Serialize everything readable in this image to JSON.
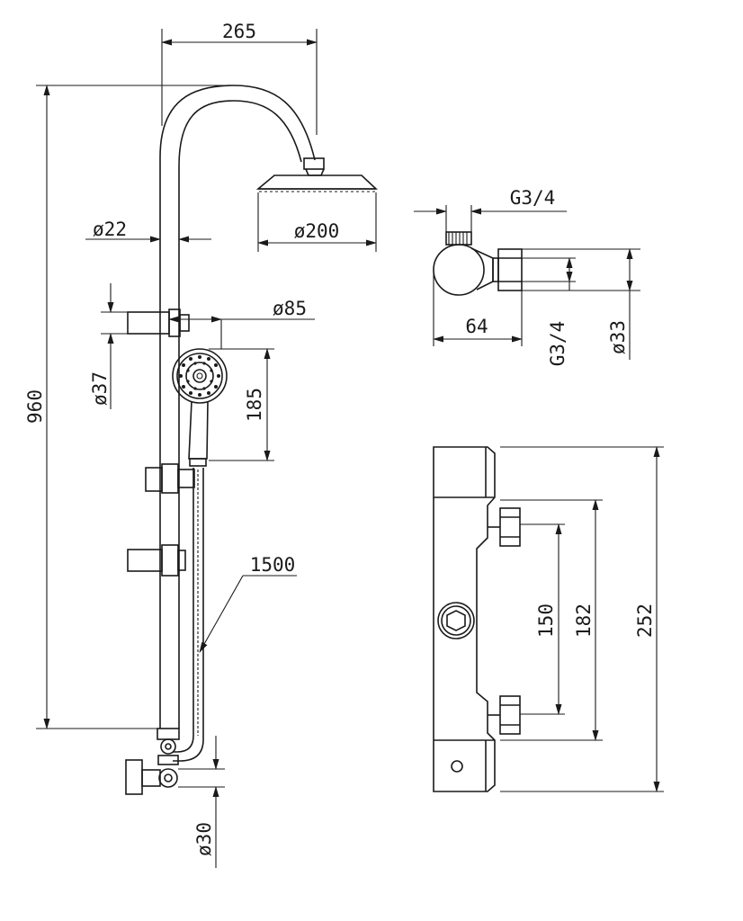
{
  "drawing": {
    "shower_column": {
      "rail_spacing": "265",
      "total_height": "960",
      "pipe_diameter": "ø22",
      "head_diameter": "ø200",
      "handset_head_diameter": "ø85",
      "handset_length": "185",
      "slider_diameter": "ø37",
      "hose_length": "1500",
      "outlet_diameter": "ø30"
    },
    "valve_side": {
      "top_connection": "G3/4",
      "body_depth": "64",
      "inlet_thread": "G3/4",
      "body_diameter": "ø33"
    },
    "valve_front": {
      "inner_centres": "150",
      "outer_span": "182",
      "overall_length": "252"
    }
  }
}
